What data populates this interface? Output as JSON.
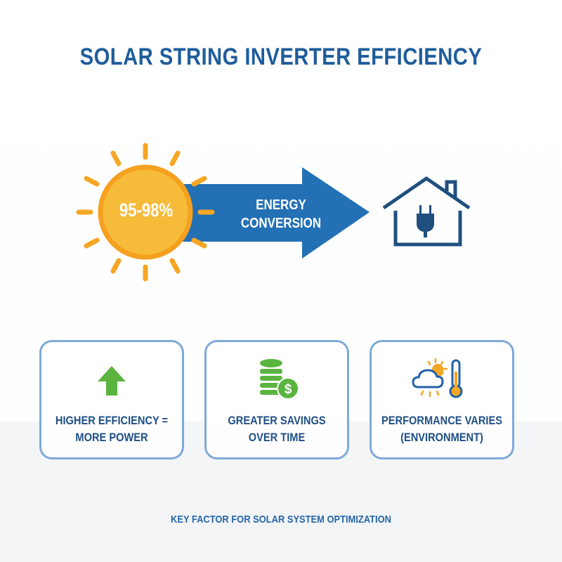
{
  "title": "SOLAR STRING INVERTER EFFICIENCY",
  "hero": {
    "sun_label": "95-98%",
    "arrow_label_line1": "ENERGY",
    "arrow_label_line2": "CONVERSION",
    "icons": [
      "sun-icon",
      "arrow-right-icon",
      "house-plug-icon"
    ]
  },
  "cards": [
    {
      "icon": "arrow-up-icon",
      "line1": "HIGHER EFFICIENCY =",
      "line2": "MORE POWER"
    },
    {
      "icon": "coins-dollar-icon",
      "line1": "GREATER SAVINGS",
      "line2": "OVER TIME"
    },
    {
      "icon": "weather-thermometer-icon",
      "line1": "PERFORMANCE VARIES",
      "line2": "(ENVIRONMENT)"
    }
  ],
  "footer": "KEY FACTOR FOR SOLAR SYSTEM OPTIMIZATION",
  "colors": {
    "title_blue": "#1f5d9b",
    "arrow_blue": "#2470b5",
    "sun_orange": "#f5a623",
    "sun_fill": "#f7bb3a",
    "house_blue": "#1f4f7f",
    "green": "#5bb440",
    "card_border": "#7fa9d8",
    "label_blue": "#1f4f86"
  }
}
